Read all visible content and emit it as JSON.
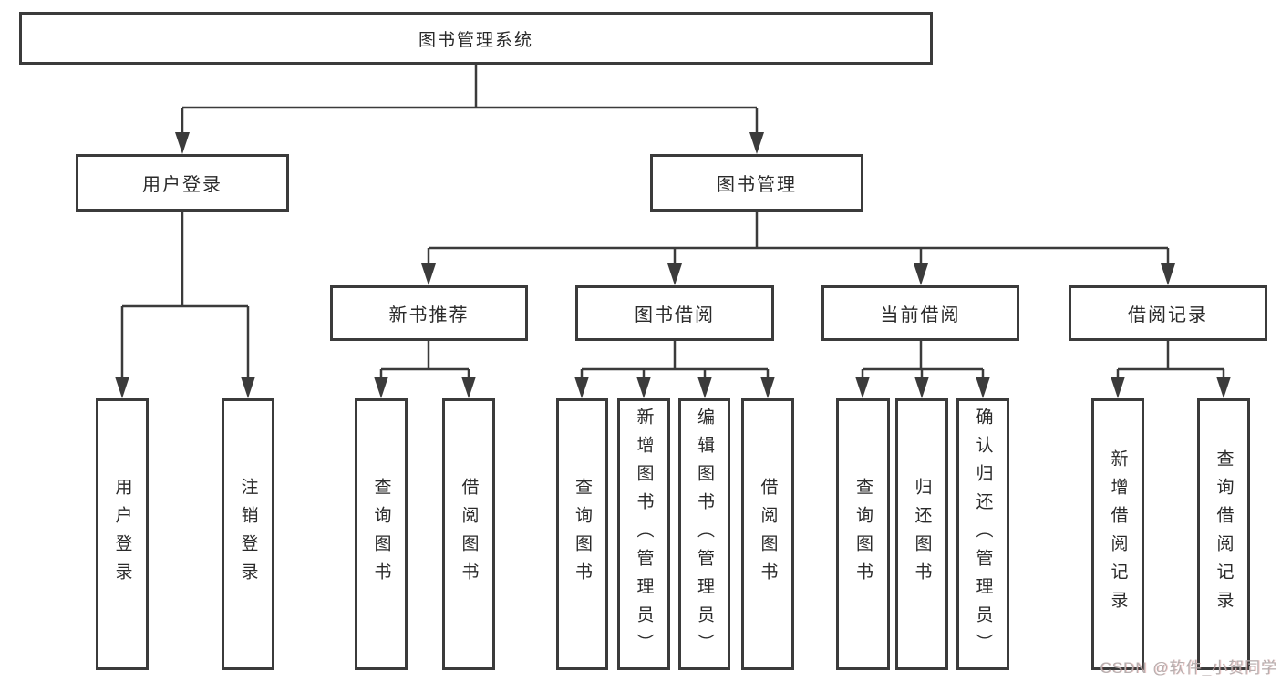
{
  "tree": {
    "label": "图书管理系统",
    "children": [
      {
        "label": "用户登录",
        "children": [
          {
            "label": "用户登录"
          },
          {
            "label": "注销登录"
          }
        ]
      },
      {
        "label": "图书管理",
        "children": [
          {
            "label": "新书推荐",
            "children": [
              {
                "label": "查询图书"
              },
              {
                "label": "借阅图书"
              }
            ]
          },
          {
            "label": "图书借阅",
            "children": [
              {
                "label": "查询图书"
              },
              {
                "label": "新增图书（管理员）"
              },
              {
                "label": "编辑图书（管理员）"
              },
              {
                "label": "借阅图书"
              }
            ]
          },
          {
            "label": "当前借阅",
            "children": [
              {
                "label": "查询图书"
              },
              {
                "label": "归还图书"
              },
              {
                "label": "确认归还（管理员）"
              }
            ]
          },
          {
            "label": "借阅记录",
            "children": [
              {
                "label": "新增借阅记录"
              },
              {
                "label": "查询借阅记录"
              }
            ]
          }
        ]
      }
    ]
  },
  "watermark": {
    "text": "CSDN @软件_小贺同学"
  },
  "colors": {
    "line": "#3b3b3b",
    "text": "#2a2a2a",
    "watermark": "#b6afaf",
    "background": "#ffffff"
  }
}
